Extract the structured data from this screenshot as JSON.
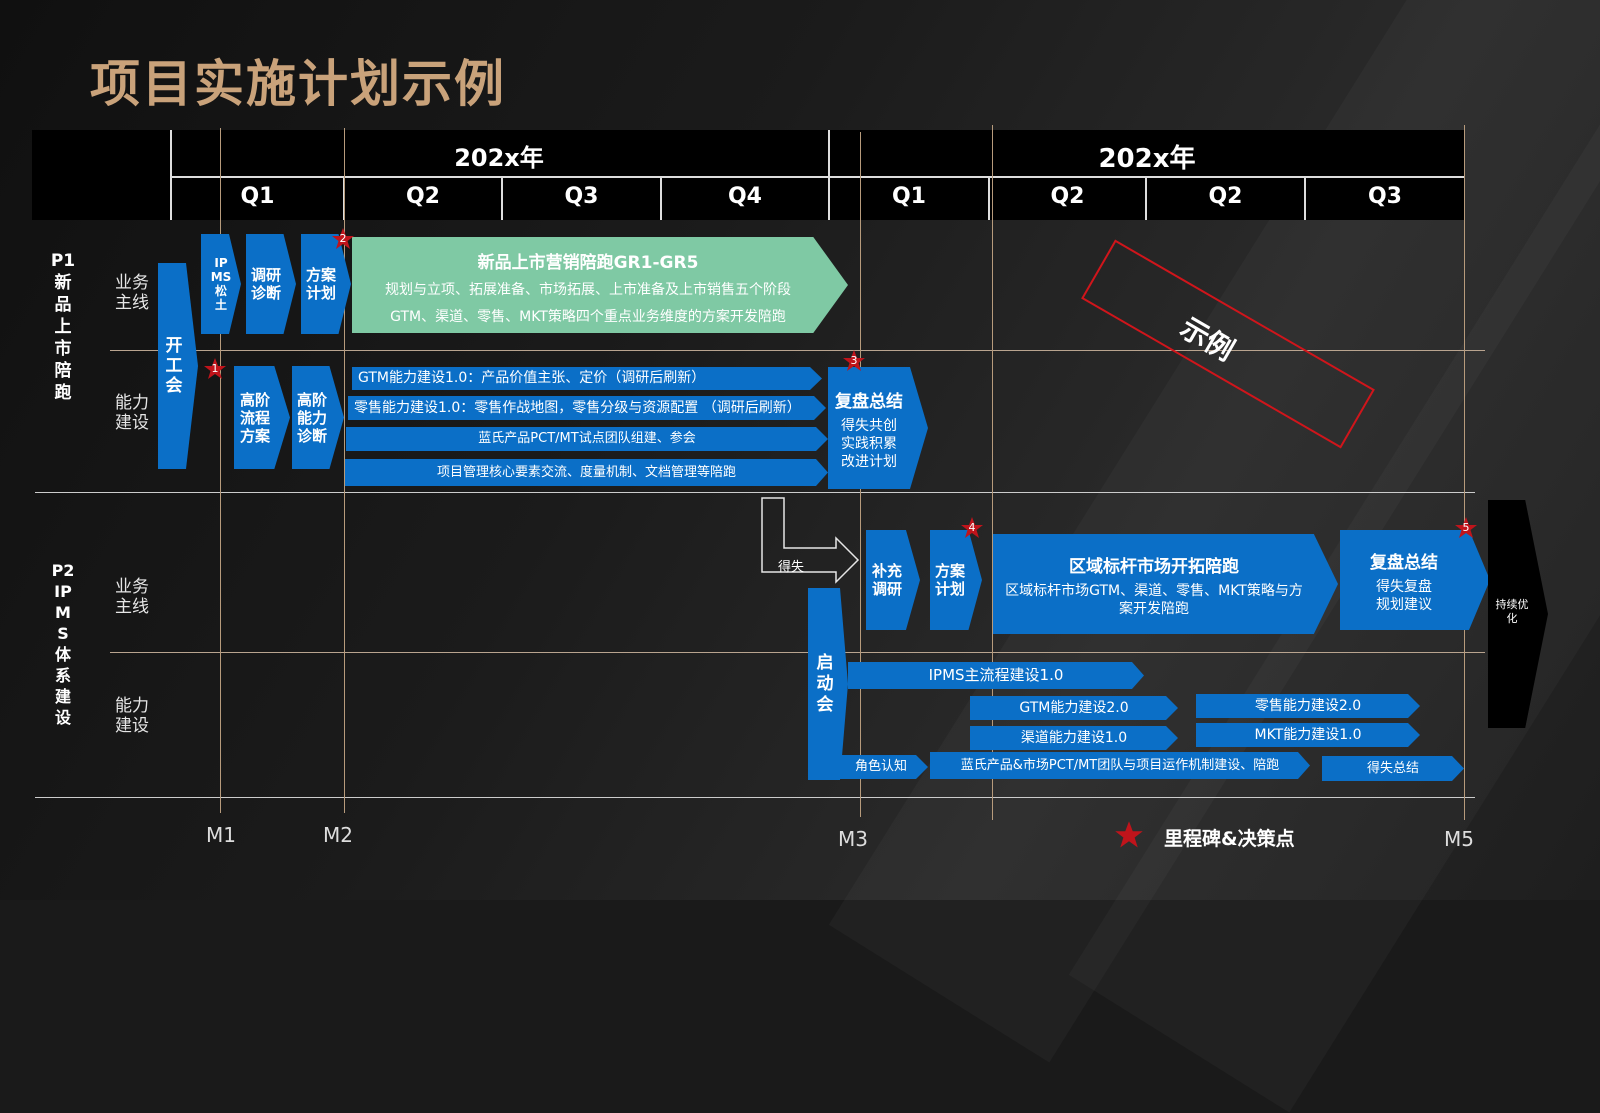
{
  "title": "项目实施计划示例",
  "year_labels": [
    "202x年",
    "202x年"
  ],
  "quarters": [
    "Q1",
    "Q2",
    "Q3",
    "Q4",
    "Q1",
    "Q2",
    "Q2",
    "Q3"
  ],
  "rows": {
    "p1": "P1\n新\n品\n上\n市\n陪\n跑",
    "p2": "P2\nIP\nM\nS\n体\n系\n建\n设",
    "business": "业务\n主线",
    "capability": "能力\n建设"
  },
  "p1": {
    "kickoff": "开\n工\n会",
    "ipms": "IP\nMS\n松\n土",
    "research": "调研\n诊断",
    "plan": "方案\n计划",
    "marketing_title": "新品上市营销陪跑GR1-GR5",
    "marketing_line1": "规划与立项、拓展准备、市场拓展、上市准备及上市销售五个阶段",
    "marketing_line2": "GTM、渠道、零售、MKT策略四个重点业务维度的方案开发陪跑",
    "high_flow": "高阶\n流程\n方案",
    "high_diag": "高阶\n能力\n诊断",
    "cap1": "GTM能力建设1.0：产品价值主张、定价（调研后刷新）",
    "cap2": "零售能力建设1.0：零售作战地图，零售分级与资源配置 （调研后刷新）",
    "cap3": "蓝氏产品PCT/MT试点团队组建、参会",
    "cap4": "项目管理核心要素交流、度量机制、文档管理等陪跑",
    "review_title": "复盘总结",
    "review_body": "得失共创\n实践积累\n改进计划"
  },
  "watermark": "示例",
  "p2": {
    "gain_loss": "得失",
    "kickoff": "启\n动\n会",
    "supplement": "补充\n调研",
    "plan": "方案\n计划",
    "regional_title": "区域标杆市场开拓陪跑",
    "regional_body": "区域标杆市场GTM、渠道、零售、MKT策略与方\n案开发陪跑",
    "review_title": "复盘总结",
    "review_body": "得失复盘\n规划建议",
    "ongoing": "持续优\n化",
    "ipms_main": "IPMS主流程建设1.0",
    "gtm2": "GTM能力建设2.0",
    "channel1": "渠道能力建设1.0",
    "retail2": "零售能力建设2.0",
    "mkt1": "MKT能力建设1.0",
    "role": "角色认知",
    "team": "蓝氏产品&市场PCT/MT团队与项目运作机制建设、陪跑",
    "summary": "得失总结"
  },
  "milestones": [
    "M1",
    "M2",
    "M3",
    "M5"
  ],
  "star_numbers": [
    "1",
    "2",
    "3",
    "4",
    "5"
  ],
  "legend": "里程碑&决策点",
  "colors": {
    "blue": "#0b6fc7",
    "green": "#7fc9a4",
    "star": "#c0141b",
    "title": "#c9a27a"
  }
}
